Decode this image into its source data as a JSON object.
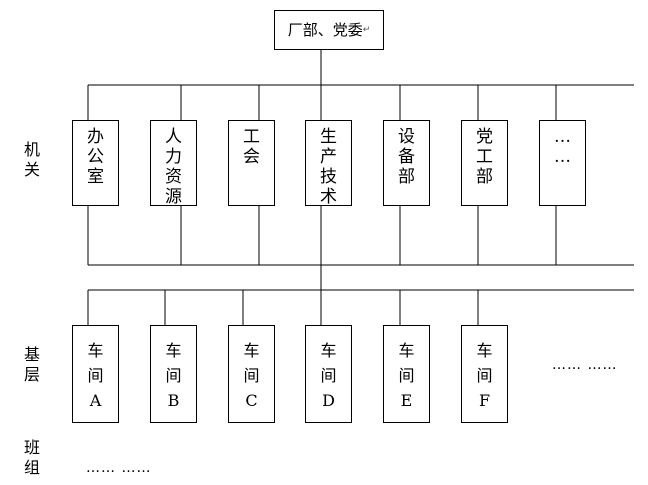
{
  "top": {
    "label": "厂部、党委"
  },
  "rows": {
    "offices": {
      "side_label": "机关",
      "boxes": [
        "办公室",
        "人力资源",
        "工会",
        "生产技术",
        "设备部",
        "党工部",
        "……"
      ]
    },
    "workshops": {
      "side_label": "基层",
      "boxes": [
        "车间A",
        "车间B",
        "车间C",
        "车间D",
        "车间E",
        "车间F"
      ],
      "ellipsis": "……  ……"
    },
    "teams": {
      "side_label": "班组",
      "ellipsis": "……  ……"
    }
  }
}
